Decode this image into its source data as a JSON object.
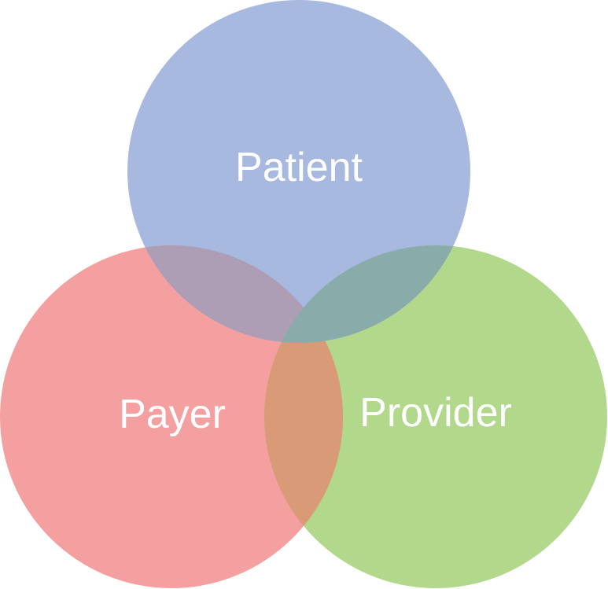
{
  "diagram": {
    "type": "venn",
    "circles": [
      {
        "key": "patient",
        "label": "Patient",
        "color": "#a8b9df"
      },
      {
        "key": "payer",
        "label": "Payer",
        "color": "#f4a0a0"
      },
      {
        "key": "provider",
        "label": "Provider",
        "color": "#b2d88c"
      }
    ],
    "overlaps": [
      {
        "between": [
          "patient",
          "payer"
        ],
        "color": "#ad9db5"
      },
      {
        "between": [
          "patient",
          "provider"
        ],
        "color": "#89acab"
      },
      {
        "between": [
          "payer",
          "provider"
        ],
        "color": "#d89a77"
      }
    ]
  }
}
